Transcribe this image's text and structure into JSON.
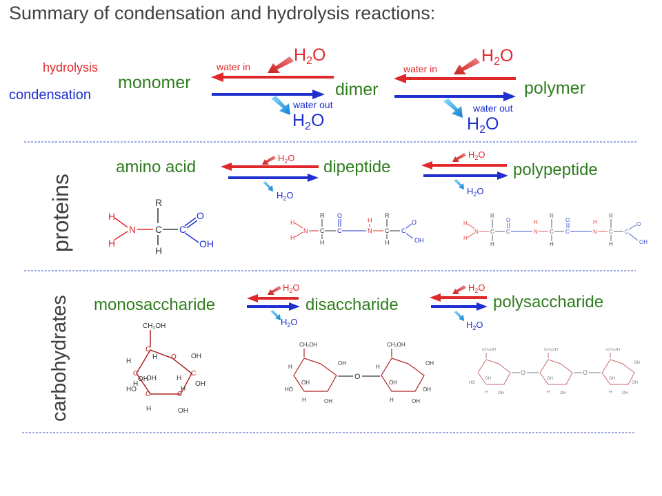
{
  "title": "Summary of condensation and hydrolysis reactions:",
  "legend": {
    "hydrolysis": "hydrolysis",
    "condensation": "condensation"
  },
  "overview": {
    "terms": [
      "monomer",
      "dimer",
      "polymer"
    ],
    "water_in": "water in",
    "water_out": "water out",
    "water_main": "H",
    "water_sub": "2",
    "water_end": "O"
  },
  "sections": {
    "proteins": {
      "label": "proteins",
      "terms": [
        "amino acid",
        "dipeptide",
        "polypeptide"
      ],
      "h2o": {
        "main": "H",
        "sub": "2",
        "end": "O"
      }
    },
    "carbohydrates": {
      "label": "carbohydrates",
      "terms": [
        "monosaccharide",
        "disaccharide",
        "polysaccharide"
      ],
      "h2o": {
        "main": "H",
        "sub": "2",
        "end": "O"
      }
    }
  },
  "structures": {
    "amino_acid": {
      "H": "H",
      "N": "N",
      "C": "C",
      "R": "R",
      "O": "O",
      "OH": "OH"
    },
    "sugar": {
      "CH2OH": "CH₂OH",
      "C": "C",
      "H": "H",
      "O": "O",
      "OH": "OH",
      "HO": "HO"
    }
  },
  "colors": {
    "red": "#e0282b",
    "blue": "#1f2fd0",
    "green": "#2e7d1e",
    "title": "#404040",
    "divider": "#3a4fc0",
    "cyan": "#1aa8e0"
  }
}
